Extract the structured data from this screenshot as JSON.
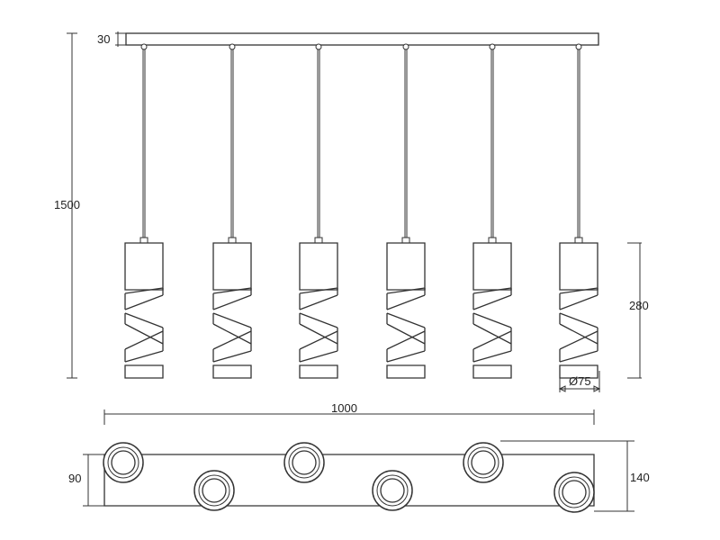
{
  "dimensions": {
    "rail_height": "30",
    "total_height": "1500",
    "shade_height": "280",
    "shade_diameter": "Ø75",
    "rail_length": "1000",
    "plan_offset": "90",
    "plan_depth": "140"
  },
  "colors": {
    "line": "#333333",
    "background": "#ffffff"
  },
  "pendant_count": 6
}
